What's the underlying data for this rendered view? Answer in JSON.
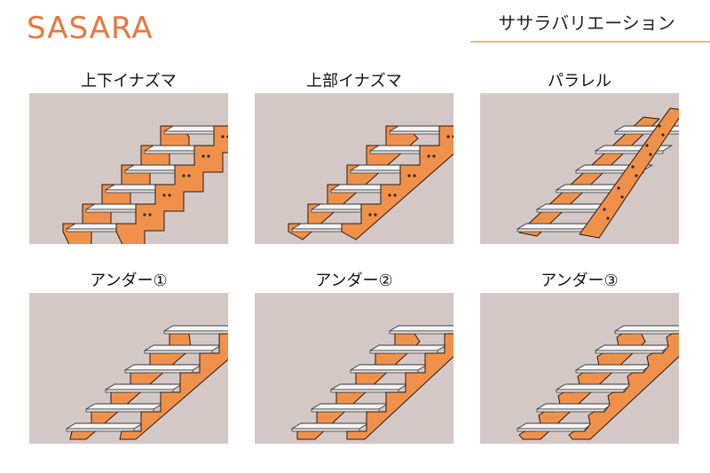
{
  "brand": {
    "logo_text": "SASARA",
    "logo_color": "#e8773c"
  },
  "header": {
    "title": "ササラバリエーション"
  },
  "colors": {
    "stringer": "#f0914b",
    "stringer_edge": "#2a1a10",
    "tread": "#f4f4f4",
    "tread_edge": "#3a3a3a",
    "panel_bg": "#d4c8c7"
  },
  "variants": [
    {
      "label": "上下イナズマ",
      "type": "zigzag-both"
    },
    {
      "label": "上部イナズマ",
      "type": "zigzag-top"
    },
    {
      "label": "パラレル",
      "type": "parallel"
    },
    {
      "label": "アンダー①",
      "type": "under-1"
    },
    {
      "label": "アンダー②",
      "type": "under-2"
    },
    {
      "label": "アンダー③",
      "type": "under-3"
    }
  ]
}
